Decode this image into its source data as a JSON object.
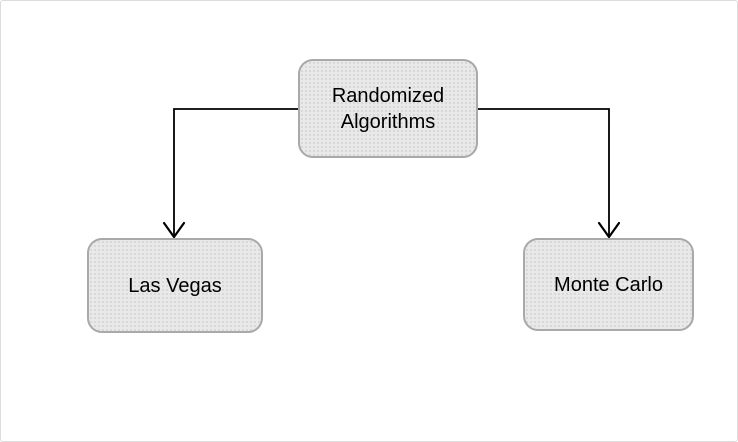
{
  "diagram": {
    "nodes": {
      "root": {
        "label": "Randomized Algorithms"
      },
      "left": {
        "label": "Las Vegas"
      },
      "right": {
        "label": "Monte Carlo"
      }
    },
    "edges": [
      {
        "from": "root",
        "to": "left",
        "style": "elbow",
        "arrowhead": "open-v"
      },
      {
        "from": "root",
        "to": "right",
        "style": "elbow",
        "arrowhead": "open-v"
      }
    ],
    "colors": {
      "node_fill": "#e9e9e9",
      "node_pattern_dot": "#d2d2d2",
      "node_border": "#a9a9a9",
      "connector": "#000000",
      "text": "#000000",
      "canvas_background": "#ffffff",
      "canvas_border": "#dcdcdc"
    }
  }
}
